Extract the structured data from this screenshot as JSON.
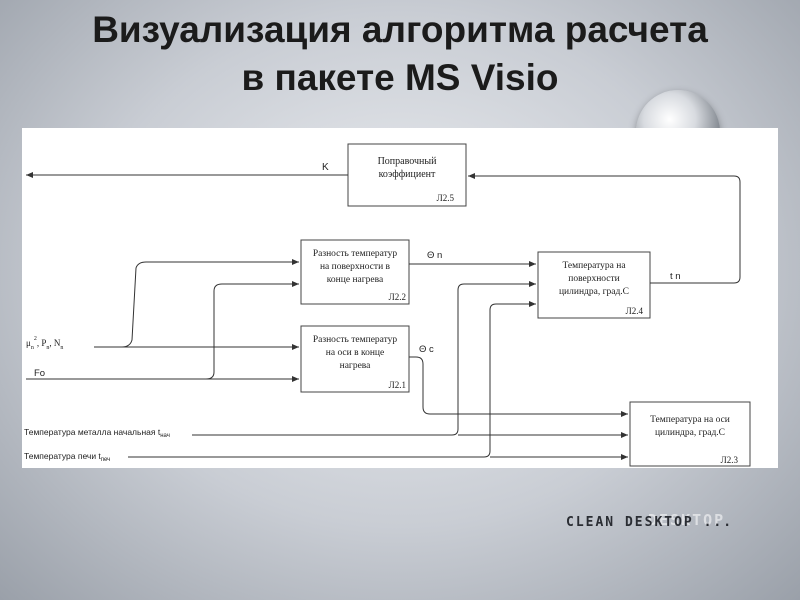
{
  "slide": {
    "title_line1": "Визуализация алгоритма расчета",
    "title_line2": "в пакете MS Visio",
    "brand": "CLEAN DESKTOP ...",
    "brand_ghost": "DESKTOP"
  },
  "diagram": {
    "blocks": {
      "b25": {
        "lines": [
          "Поправочный",
          "коэффициент"
        ],
        "id": "Л2.5"
      },
      "b22": {
        "lines": [
          "Разность температур",
          "на поверхности в",
          "конце нагрева"
        ],
        "id": "Л2.2"
      },
      "b21": {
        "lines": [
          "Разность температур",
          "на оси в конце",
          "нагрева"
        ],
        "id": "Л2.1"
      },
      "b24": {
        "lines": [
          "Температура на",
          "поверхности",
          "цилиндра, град.С"
        ],
        "id": "Л2.4"
      },
      "b23": {
        "lines": [
          "Температура на оси",
          "цилиндра, град.С"
        ],
        "id": "Л2.3"
      }
    },
    "labels": {
      "k": "K",
      "theta_n": "Θ n",
      "theta_c": "Θ c",
      "tn": "t n",
      "mu": "μ",
      "mu_sub": "n",
      "mu_sup": "2",
      "p_rest": ", P",
      "p_sub": "n",
      "n_rest": ", N",
      "n_sub": "n",
      "fo": "Fo",
      "in_metal": "Температура металла начальная t",
      "in_metal_sub": "нач",
      "in_furnace": "Температура печи t",
      "in_furnace_sub": "печ"
    }
  }
}
